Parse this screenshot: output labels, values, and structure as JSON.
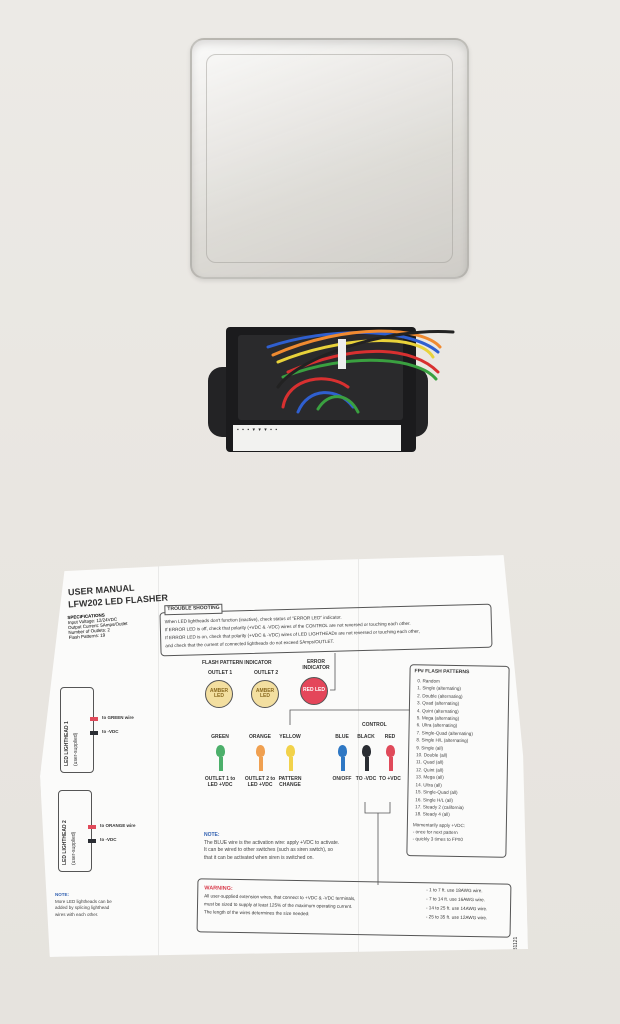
{
  "manual": {
    "title_line1": "USER MANUAL",
    "title_line2": "LFW202 LED FLASHER",
    "specs_heading": "SPECIFICATIONS",
    "specs": [
      "Input Voltage: 12/24VDC",
      "Output Current: 5Amps/Outlet",
      "Number of Outlets: 2",
      "Flash Patterns: 19"
    ],
    "trouble": {
      "heading": "TROUBLE SHOOTING",
      "lines": [
        "When LED lightheads don't function (inactive), check status of \"ERROR LED\" indicator.",
        "If ERROR LED is off, check that polarity (+VDC & -VDC) wires of the CONTROL are not reversed or touching each other.",
        "If ERROR LED is on, check that polarity (+VDC & -VDC) wires of LED LIGHTHEADs are not reversed or touching each other,",
        "and check that the current of connected lightheads do not exceed 5Amps/OUTLET."
      ]
    },
    "indicator": {
      "heading": "FLASH PATTERN INDICATOR",
      "outlet1": "OUTLET 1",
      "outlet2": "OUTLET 2",
      "amber_led": "AMBER LED",
      "error_heading": "ERROR INDICATOR",
      "red_led": "RED LED"
    },
    "control_label": "CONTROL",
    "wires": [
      {
        "name": "GREEN",
        "color": "#4caf6a",
        "desc": "OUTLET 1 to LED +VDC"
      },
      {
        "name": "ORANGE",
        "color": "#f0a050",
        "desc": "OUTLET 2 to LED +VDC"
      },
      {
        "name": "YELLOW",
        "color": "#f2d24a",
        "desc": "PATTERN CHANGE"
      },
      {
        "name": "BLUE",
        "color": "#2f78c4",
        "desc": "ON/OFF"
      },
      {
        "name": "BLACK",
        "color": "#2a2d33",
        "desc": "TO -VDC"
      },
      {
        "name": "RED",
        "color": "#e04a5a",
        "desc": "TO +VDC"
      }
    ],
    "patterns": {
      "heading": "FP# FLASH PATTERNS",
      "items": [
        "0. Random",
        "1. Single (alternating)",
        "2. Double (alternating)",
        "3. Quad (alternating)",
        "4. Quint (alternating)",
        "5. Mega (alternating)",
        "6. Ultra (alternating)",
        "7. Single-Quad (alternating)",
        "8. Single H/L (alternating)",
        "9. Single (all)",
        "10. Double (all)",
        "11. Quad (all)",
        "12. Quint (all)",
        "13. Mega (all)",
        "14. Ultra (all)",
        "15. Single-Quad (all)",
        "16. Single H/L (all)",
        "17. Steady 2 (california)",
        "18. Steady 4 (all)"
      ],
      "apply_note": "Momentarily apply +VDC:",
      "apply_items": [
        "- once for next pattern",
        "- quickly 3 times to FP#0"
      ]
    },
    "lighthead1": {
      "title": "LED LIGHTHEAD 1",
      "sub": "(user-supplied)",
      "wire1": "to GREEN wire",
      "wire2": "to -VDC"
    },
    "lighthead2": {
      "title": "LED LIGHTHEAD 2",
      "sub": "(user-supplied)",
      "wire1": "to ORANGE wire",
      "wire2": "to -VDC"
    },
    "note_center": {
      "heading": "NOTE:",
      "lines": [
        "The BLUE wire is the activation wire: apply +VDC to activate.",
        "It can be wired to other switches (such as siren switch), so",
        "that it can be activated when siren is switched on."
      ]
    },
    "note_left": {
      "heading": "NOTE:",
      "lines": [
        "More LED lightheads can be",
        "added by splicing lighthead",
        "wires with each other."
      ]
    },
    "warning": {
      "heading": "WARNING:",
      "lines": [
        "All user-supplied extension wires, that connect to +VDC & -VDC terminals,",
        "must be sized to supply at least 125% of the maximum operating current.",
        "The length of the wires determines the size needed:"
      ],
      "sizes": [
        "- 1 to 7 ft. use 18AWG wire.",
        "- 7 to 14 ft. use 16AWG wire.",
        "- 14 to 25 ft. use 14AWG wire.",
        "- 25 to 35 ft. use 12AWG wire."
      ]
    },
    "code": "081121"
  },
  "colors": {
    "amber": "#f3dfa0",
    "red_led": "#e4465a",
    "blue_text": "#2f5fb0",
    "red_text": "#d83a4a",
    "box": "#1b1b1d",
    "background": "#e9e6e1"
  }
}
